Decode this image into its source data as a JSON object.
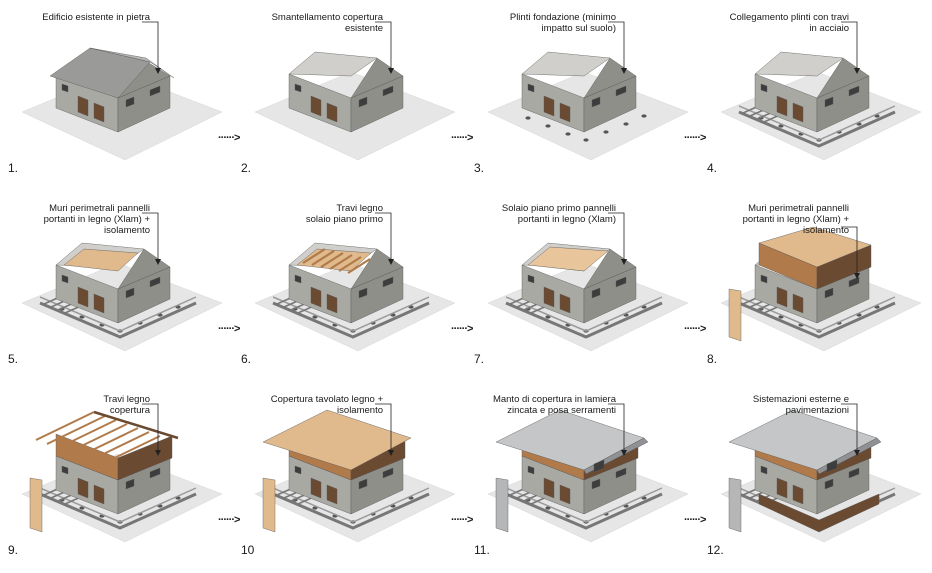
{
  "steps": [
    {
      "number": "1.",
      "label": "Edificio esistente in pietra",
      "stage": 1
    },
    {
      "number": "2.",
      "label": "Smantellamento copertura\nesistente",
      "stage": 2
    },
    {
      "number": "3.",
      "label": "Plinti fondazione (minimo\nimpatto sul suolo)",
      "stage": 3
    },
    {
      "number": "4.",
      "label": "Collegamento plinti con travi\nin acciaio",
      "stage": 4
    },
    {
      "number": "5.",
      "label": "Muri perimetrali pannelli\nportanti in legno (Xlam) +\nisolamento",
      "stage": 5
    },
    {
      "number": "6.",
      "label": "Travi legno\nsolaio piano primo",
      "stage": 6
    },
    {
      "number": "7.",
      "label": "Solaio piano primo pannelli\nportanti in legno (Xlam)",
      "stage": 7
    },
    {
      "number": "8.",
      "label": "Muri perimetrali pannelli\nportanti in legno (Xlam) +\nisolamento",
      "stage": 8
    },
    {
      "number": "9.",
      "label": "Travi legno\ncopertura",
      "stage": 9
    },
    {
      "number": "10",
      "label": "Copertura tavolato legno +\nisolamento",
      "stage": 10
    },
    {
      "number": "11.",
      "label": "Manto di copertura in lamiera\nzincata e posa serramenti",
      "stage": 11
    },
    {
      "number": "12.",
      "label": "Sistemazioni esterne e\npavimentazioni",
      "stage": 12
    }
  ],
  "arrow_glyph": "······>",
  "colors": {
    "ground": "#e6e6e6",
    "stone_front": "#a9a9a4",
    "stone_side": "#8f8f8a",
    "roof_old": "#9a9a98",
    "wood": "#b07a4a",
    "wood_light": "#e0b98c",
    "wood_dark": "#6b4a32",
    "steel": "#777777",
    "roof_metal": "#c4c6c8"
  }
}
